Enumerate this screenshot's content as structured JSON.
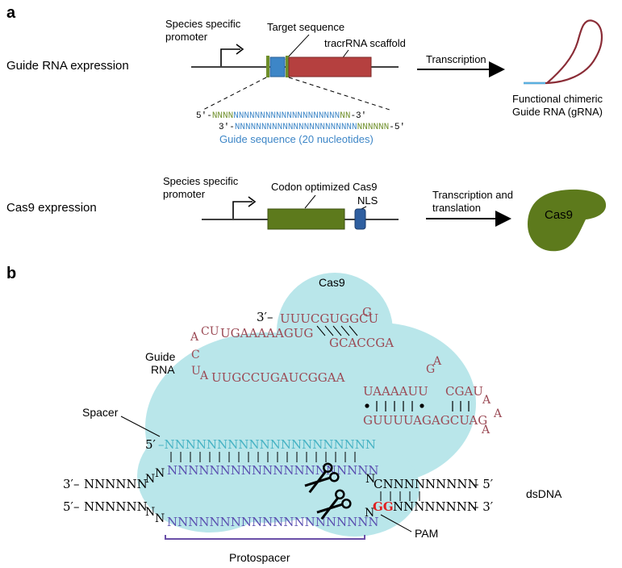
{
  "panel_a": {
    "label": "a",
    "guide_rna": {
      "row_label": "Guide RNA expression",
      "promoter_label_1": "Species specific",
      "promoter_label_2": "promoter",
      "target_label": "Target sequence",
      "scaffold_label": "tracrRNA scaffold",
      "arrow_label": "Transcription",
      "product_label_1": "Functional chimeric",
      "product_label_2": "Guide RNA (gRNA)",
      "seq_top_prefix": "5′-",
      "seq_top_green_a": "NNNN",
      "seq_top_blue": "NNNNNNNNNNNNNNNNNNNN",
      "seq_top_green_b": "NN",
      "seq_top_suffix": "-3′",
      "seq_bottom_prefix": "3′-",
      "seq_bottom_blue": "NNNNNNNNNNNNNNNNNNNNNNN",
      "seq_bottom_green": "NNNNNN",
      "seq_bottom_suffix": "-5′",
      "guide_caption": "Guide sequence (20 nucleotides)"
    },
    "cas9": {
      "row_label": "Cas9 expression",
      "promoter_label_1": "Species specific",
      "promoter_label_2": "promoter",
      "gene_label": "Codon optimized Cas9",
      "nls_label": "NLS",
      "arrow_label_1": "Transcription and",
      "arrow_label_2": "translation",
      "protein_label": "Cas9"
    }
  },
  "panel_b": {
    "label": "b",
    "cas9_label": "Cas9",
    "guide_label_1": "Guide",
    "guide_label_2": "RNA",
    "spacer_label": "Spacer",
    "dsdna_label": "dsDNA",
    "pam_label": "PAM",
    "protospacer_label": "Protospacer",
    "pam_seq": "GG",
    "five_prime": "5′",
    "three_prime_dash": "3′–",
    "five_prime_dash": "5′–",
    "dash_five": "– 5′",
    "dash_three": "– 3′",
    "spacer_seq": "–NNNNNNNNNNNNNNNNNNNN",
    "target_top_seq": "NNNNNNNNNNNNNNNNNNNN",
    "target_bottom_seq": "NNNNNNNNNNNNNNNNNNNN",
    "left_top_seq": "NNNNNN",
    "left_bottom_seq": "NNNNNN",
    "right_top_seq": "CNNNNNNNNN",
    "right_bottom_seq": "NNNNNNNN",
    "rna_top_seq": "UUUCGUGGCU",
    "rna_top_pair": "GCACCGA",
    "rna_loop_seq": "UGAAAAAGUG",
    "rna_mid_seq": "UUGCCUGAUCGGAA",
    "rna_right_top": "UAAAAUU",
    "rna_right_bottom": "GUUUUAGAGCUAG",
    "rna_cgau": "CGAU",
    "colors": {
      "cas9_fill": "#b9e6ea",
      "rna": "#9b4a55",
      "spacer": "#47b3c4",
      "target": "#5a4fb0",
      "pam": "#e02020",
      "green_gene": "#5d7a1c",
      "red_gene": "#b5403f",
      "blue_gene": "#3d86c7"
    }
  }
}
